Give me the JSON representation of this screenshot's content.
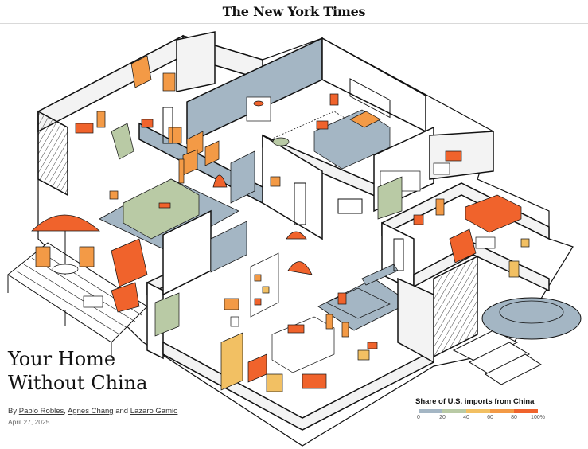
{
  "masthead": {
    "logo": "The New York Times"
  },
  "article": {
    "headline": "Your Home Without China",
    "byline": {
      "prefix": "By",
      "authors": [
        "Pablo Robles",
        "Agnes Chang",
        "Lazaro Gamio"
      ],
      "sep1": ",",
      "sep2": "and"
    },
    "date": "April 27, 2025"
  },
  "legend": {
    "title": "Share of U.S. imports from China",
    "ticks": [
      "0",
      "20",
      "40",
      "60",
      "80",
      "100%"
    ],
    "colors": [
      "#a4b6c4",
      "#a4b6c4",
      "#b9caa5",
      "#b9caa5",
      "#f2c063",
      "#f2c063",
      "#f39a46",
      "#f39a46",
      "#f0632c",
      "#f0632c"
    ]
  },
  "palette": {
    "blue_gray": "#a4b6c4",
    "sage": "#b9caa5",
    "yellow": "#f2c063",
    "light_orange": "#f39a46",
    "orange_red": "#f0632c",
    "line": "#111111",
    "floor": "#ffffff",
    "wall": "#f3f3f3"
  }
}
